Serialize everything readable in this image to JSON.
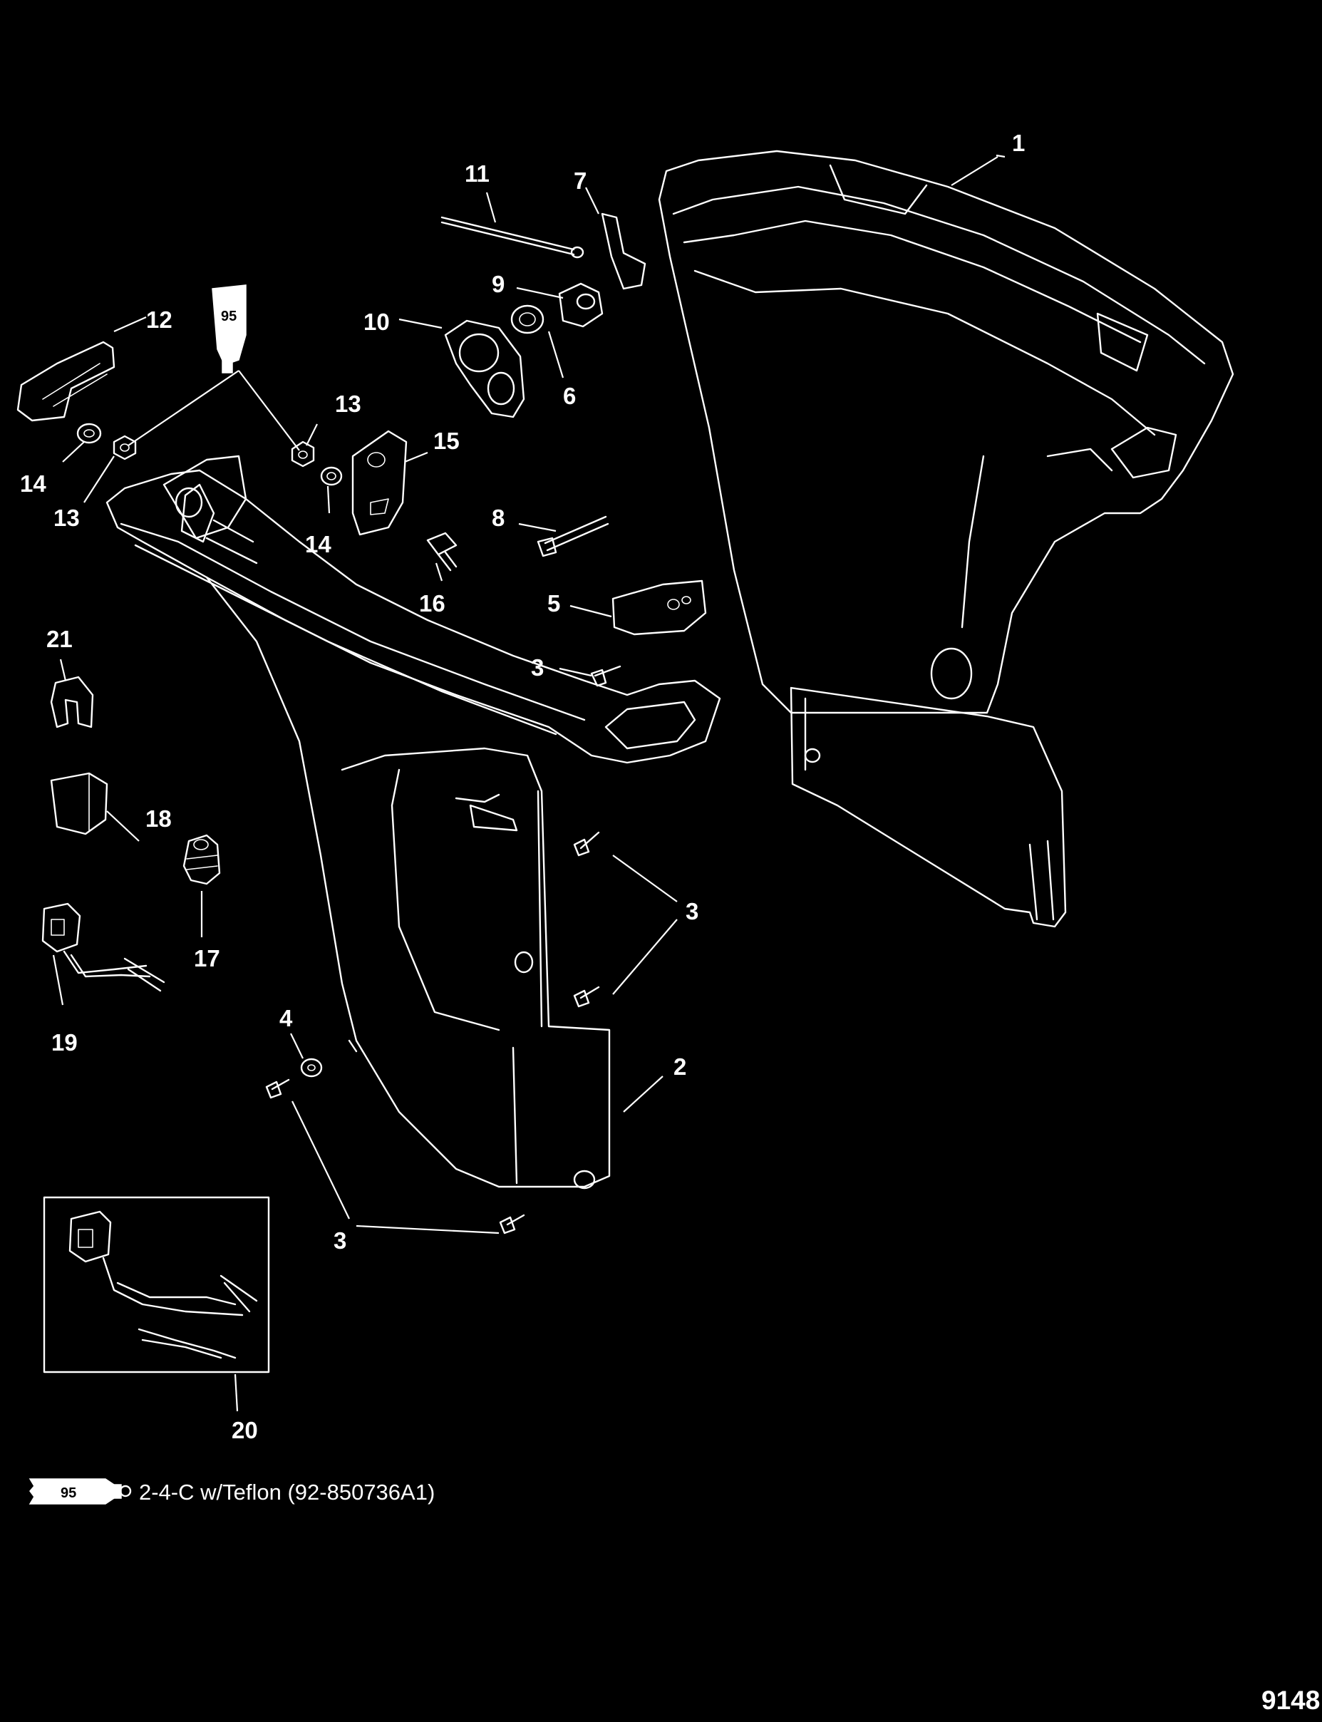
{
  "diagram": {
    "callouts": {
      "c1": "1",
      "c2": "2",
      "c3a": "3",
      "c3b": "3",
      "c3c": "3",
      "c4": "4",
      "c5": "5",
      "c6": "6",
      "c7": "7",
      "c8": "8",
      "c9": "9",
      "c10": "10",
      "c11": "11",
      "c12": "12",
      "c13a": "13",
      "c13b": "13",
      "c14a": "14",
      "c14b": "14",
      "c15": "15",
      "c16": "16",
      "c17": "17",
      "c18": "18",
      "c19": "19",
      "c20": "20",
      "c21": "21"
    },
    "tube_label": "95",
    "legend": {
      "tube_label": "95",
      "text": "2-4-C w/Teflon (92-850736A1)"
    },
    "figure_number": "9148"
  }
}
